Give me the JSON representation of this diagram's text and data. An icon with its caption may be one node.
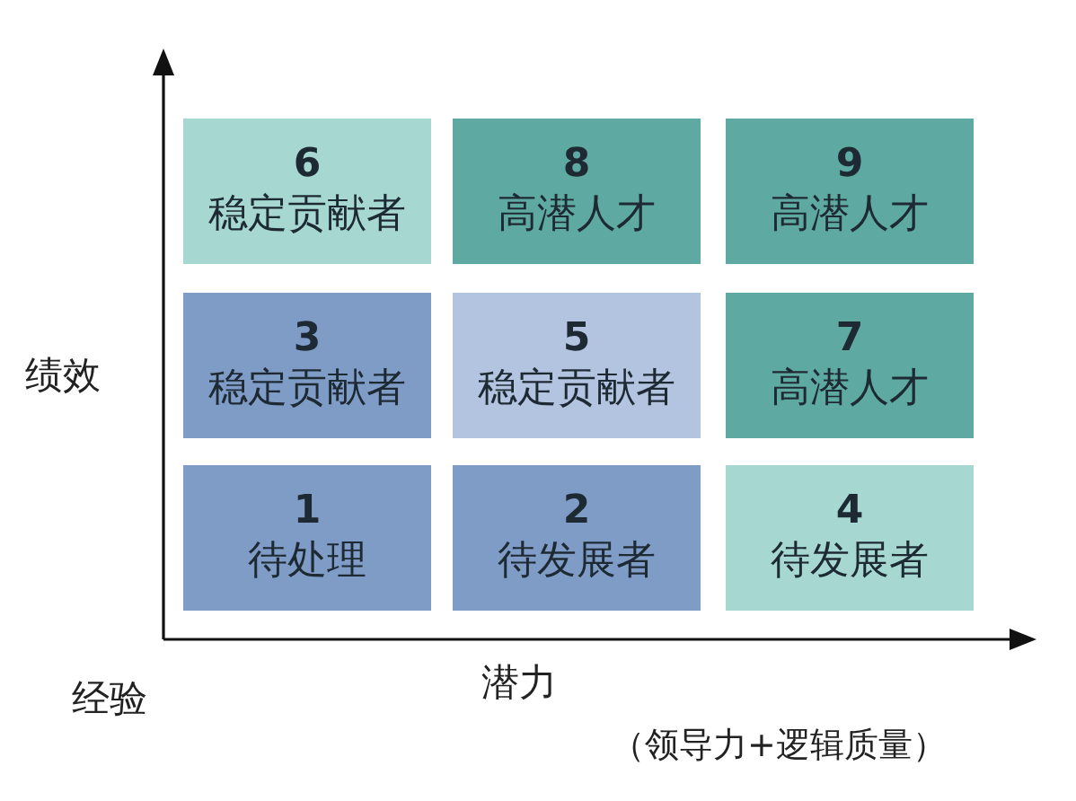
{
  "diagram": {
    "nodes": [
      {
        "text": [
          "6",
          "稳定贡献者"
        ]
      },
      {
        "text": [
          "8",
          "高潜人才"
        ]
      },
      {
        "text": [
          "9",
          "高潜人才"
        ]
      },
      {
        "text": [
          "3",
          "稳定贡献者"
        ]
      },
      {
        "text": [
          "5",
          "稳定贡献者"
        ]
      },
      {
        "text": [
          "7",
          "高潜人才"
        ]
      },
      {
        "text": [
          "1",
          "待处理"
        ]
      },
      {
        "text": [
          "2",
          "待发展者"
        ]
      },
      {
        "text": [
          "4",
          "待发展者"
        ]
      }
    ],
    "labels": [
      "绩效",
      "经验",
      "潜力",
      "（领导力+逻辑质量）"
    ]
  }
}
